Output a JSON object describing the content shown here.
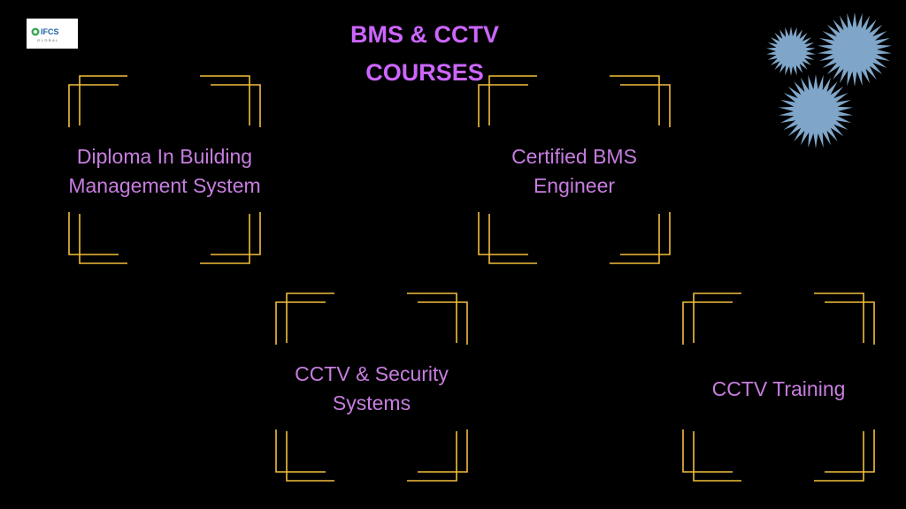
{
  "colors": {
    "background": "#000000",
    "title": "#cc66ff",
    "label": "#c77ddf",
    "frame": "#f2be3a",
    "star": "#7fa6c9"
  },
  "logo": {
    "text": "IFCS",
    "subtext": "GLOBAL"
  },
  "title": {
    "line1": "BMS & CCTV",
    "line2": "COURSES"
  },
  "cards": [
    {
      "line1": "Diploma In Building",
      "line2": "Management System"
    },
    {
      "line1": "Certified BMS",
      "line2": "Engineer"
    },
    {
      "line1": "CCTV & Security",
      "line2": "Systems"
    },
    {
      "line1": "CCTV Training",
      "line2": ""
    }
  ],
  "decoration": {
    "icon": "starburst-icon"
  }
}
